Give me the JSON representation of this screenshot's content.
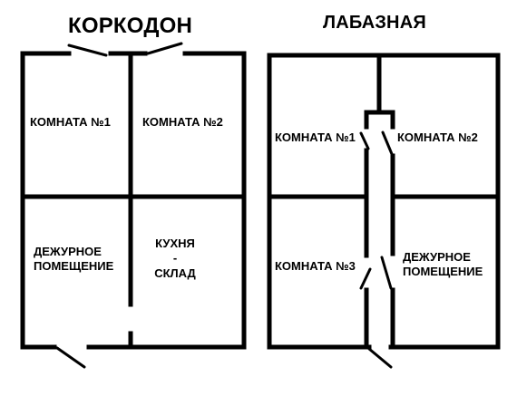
{
  "plans": [
    {
      "title": "КОРКОДОН",
      "rooms": [
        {
          "label": "КОМНАТА №1"
        },
        {
          "label": "КОМНАТА №2"
        },
        {
          "label_lines": [
            "ДЕЖУРНОЕ",
            "ПОМЕЩЕНИЕ"
          ]
        },
        {
          "label_lines": [
            "КУХНЯ",
            "-",
            "СКЛАД"
          ]
        }
      ]
    },
    {
      "title": "ЛАБАЗНАЯ",
      "rooms": [
        {
          "label": "КОМНАТА №1"
        },
        {
          "label": "КОМНАТА №2"
        },
        {
          "label": "КОМНАТА №3"
        },
        {
          "label_lines": [
            "ДЕЖУРНОЕ",
            "ПОМЕЩЕНИЕ"
          ]
        }
      ]
    }
  ],
  "colors": {
    "wall": "#000000",
    "background": "#ffffff"
  }
}
